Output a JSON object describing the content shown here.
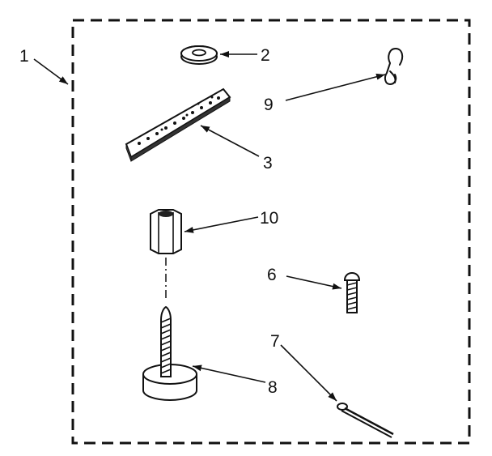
{
  "diagram": {
    "callouts": [
      {
        "id": "kit",
        "label": "1"
      },
      {
        "id": "washer",
        "label": "2"
      },
      {
        "id": "bracket",
        "label": "3"
      },
      {
        "id": "screw",
        "label": "6"
      },
      {
        "id": "cotter-pin",
        "label": "7"
      },
      {
        "id": "leveling-leg",
        "label": "8"
      },
      {
        "id": "hook",
        "label": "9"
      },
      {
        "id": "nut",
        "label": "10"
      }
    ]
  }
}
